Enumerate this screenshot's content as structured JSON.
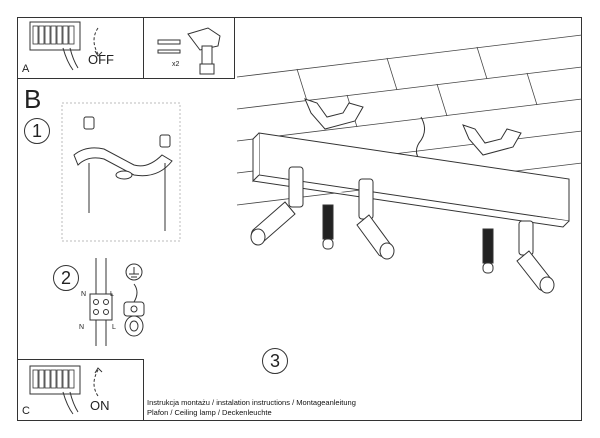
{
  "panel_a": {
    "letter": "A",
    "action": "OFF"
  },
  "panel_b": {
    "letter": "B",
    "step1": "1",
    "step2": "2",
    "step3": "3",
    "wire_n_left": "N",
    "wire_l_left": "L",
    "wire_n_right": "N",
    "wire_l_right": "L"
  },
  "drill": {
    "count_label": "x2"
  },
  "panel_c": {
    "letter": "C",
    "action": "ON"
  },
  "caption": {
    "line1": "Instrukcja montażu / instalation instructions / Montageanleitung",
    "line2": "Plafon / Ceiling lamp / Deckenleuchte"
  }
}
